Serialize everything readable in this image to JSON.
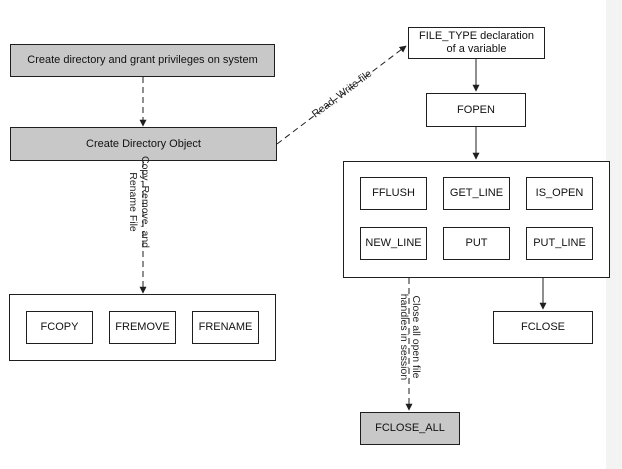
{
  "nodes": {
    "create_dir_grant": "Create directory and grant privileges on system",
    "create_dir_object": "Create Directory Object",
    "file_type_decl_line1": "FILE_TYPE declaration",
    "file_type_decl_line2": "of a variable",
    "fopen": "FOPEN",
    "fflush": "FFLUSH",
    "get_line": "GET_LINE",
    "is_open": "IS_OPEN",
    "new_line": "NEW_LINE",
    "put": "PUT",
    "put_line": "PUT_LINE",
    "fclose": "FCLOSE",
    "fclose_all": "FCLOSE_ALL",
    "fcopy": "FCOPY",
    "fremove": "FREMOVE",
    "frename": "FRENAME"
  },
  "edge_labels": {
    "read_write": "Read, Write file",
    "copy_line1": "Copy, Remove, and",
    "copy_line2": "Rename File",
    "close_line1": "Close all open file",
    "close_line2": "handles in session"
  },
  "colors": {
    "highlight_fill": "#c8c8c8",
    "stroke": "#1f1f1f"
  }
}
